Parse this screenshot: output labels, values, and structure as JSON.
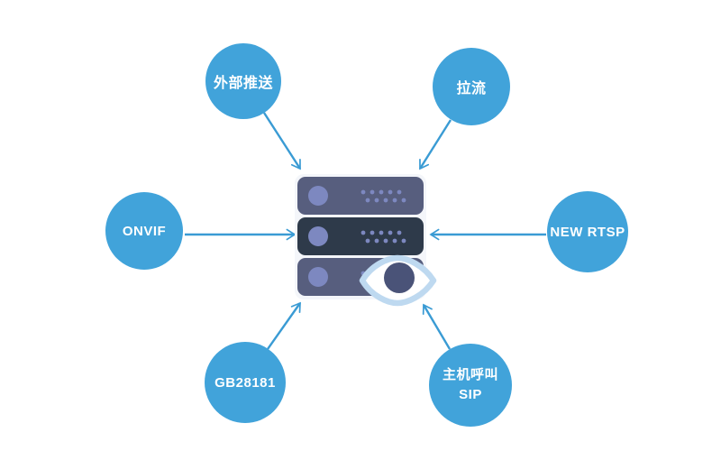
{
  "nodes": [
    {
      "id": "external-push",
      "label": "外部推送",
      "position": "top-left"
    },
    {
      "id": "pull-stream",
      "label": "拉流",
      "position": "top-right"
    },
    {
      "id": "onvif",
      "label": "ONVIF",
      "position": "left"
    },
    {
      "id": "new-rtsp",
      "label": "NEW RTSP",
      "position": "right"
    },
    {
      "id": "gb28181",
      "label": "GB28181",
      "position": "bottom-left"
    },
    {
      "id": "sip",
      "label": "主机呼叫 SIP",
      "label_line1": "主机呼叫",
      "label_line2": "SIP",
      "position": "bottom-right"
    }
  ],
  "center": {
    "icon": "server-stack-with-eye-icon"
  },
  "edges": [
    {
      "from": "external-push",
      "to": "server"
    },
    {
      "from": "pull-stream",
      "to": "server"
    },
    {
      "from": "onvif",
      "to": "server"
    },
    {
      "from": "new-rtsp",
      "to": "server"
    },
    {
      "from": "gb28181",
      "to": "server"
    },
    {
      "from": "sip",
      "to": "server"
    }
  ],
  "colors": {
    "node_fill": "#41a3da",
    "node_text": "#ffffff",
    "arrow": "#3a9bd4",
    "server_backplate": "#f4f6fa",
    "server_bar": "#575e7e",
    "server_bar_dark": "#2e3a4a",
    "server_accent": "#7d88c0",
    "eye_stroke": "#bed9f0",
    "eye_fill": "#ffffff",
    "eye_pupil": "#4a5378"
  }
}
